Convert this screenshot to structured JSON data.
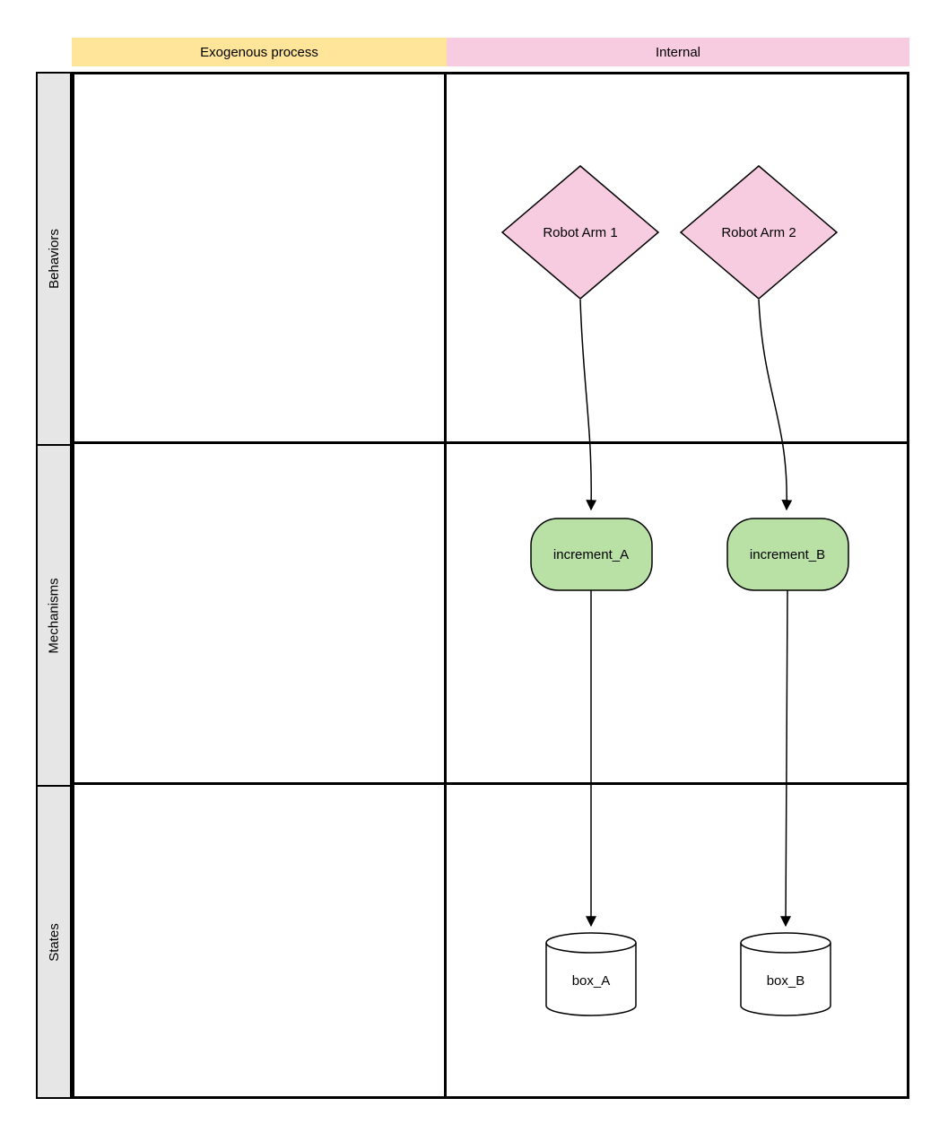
{
  "headers": {
    "exogenous": "Exogenous process",
    "internal": "Internal"
  },
  "rows": {
    "behaviors": "Behaviors",
    "mechanisms": "Mechanisms",
    "states": "States"
  },
  "nodes": {
    "robot_arm_1": "Robot Arm 1",
    "robot_arm_2": "Robot Arm 2",
    "increment_a": "increment_A",
    "increment_b": "increment_B",
    "box_a": "box_A",
    "box_b": "box_B"
  },
  "colors": {
    "header_yellow": "#ffe599",
    "header_pink": "#f8cce0",
    "diamond_pink": "#f8cce0",
    "mechanism_green": "#b9e0a5",
    "row_label_gray": "#e6e6e6",
    "stroke": "#000000",
    "cylinder_fill": "#ffffff"
  }
}
